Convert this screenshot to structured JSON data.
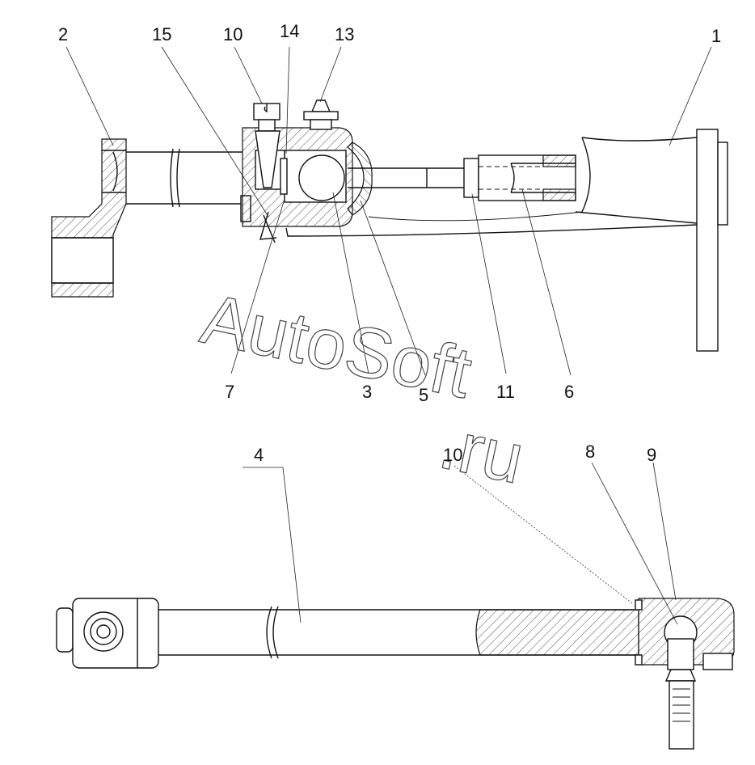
{
  "watermark": {
    "line1": "AutoSoft",
    "line2": ".ru"
  },
  "callouts": {
    "c1": "1",
    "c2": "2",
    "c15": "15",
    "c10a": "10",
    "c14": "14",
    "c13": "13",
    "c7": "7",
    "c3": "3",
    "c5": "5",
    "c11": "11",
    "c6": "6",
    "c4": "4",
    "c10b": "10",
    "c8": "8",
    "c9": "9"
  }
}
